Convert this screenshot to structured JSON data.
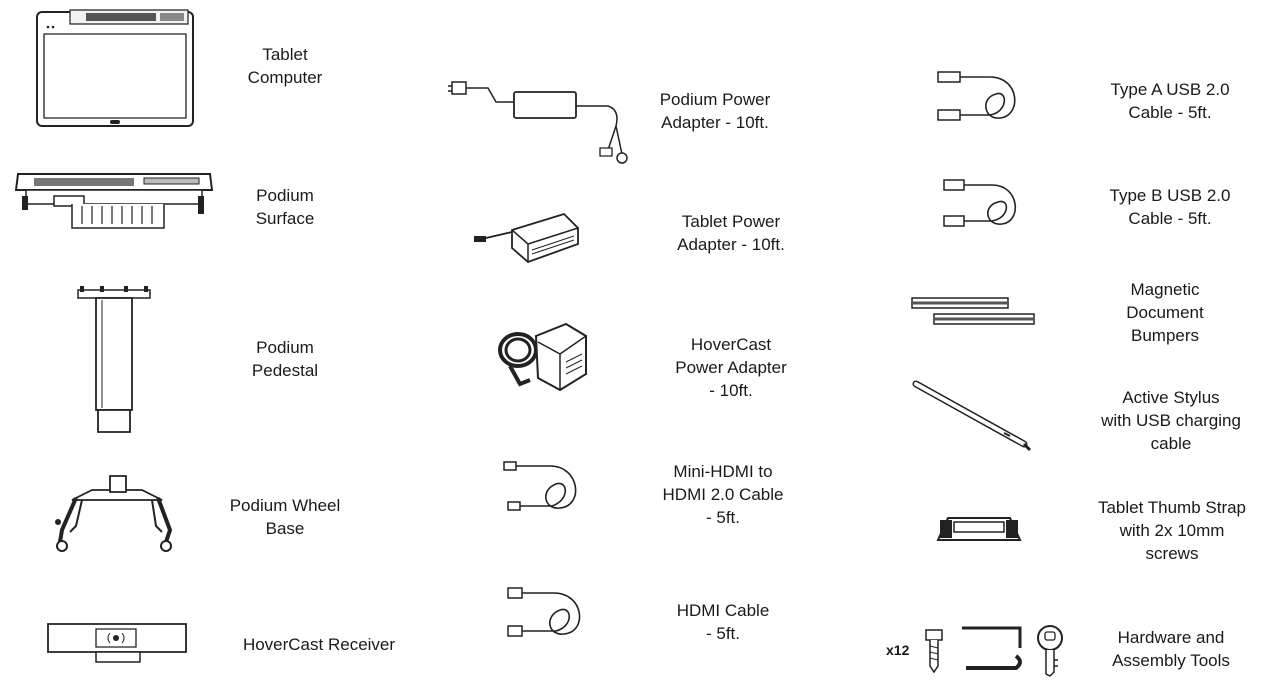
{
  "items": [
    {
      "id": "tablet-computer",
      "lines": [
        "Tablet",
        "Computer"
      ]
    },
    {
      "id": "podium-surface",
      "lines": [
        "Podium",
        "Surface"
      ]
    },
    {
      "id": "podium-pedestal",
      "lines": [
        "Podium",
        "Pedestal"
      ]
    },
    {
      "id": "podium-wheel-base",
      "lines": [
        "Podium Wheel",
        "Base"
      ]
    },
    {
      "id": "hovercast-receiver",
      "lines": [
        "HoverCast Receiver"
      ]
    },
    {
      "id": "podium-power-adapter",
      "lines": [
        "Podium Power",
        "Adapter - 10ft."
      ]
    },
    {
      "id": "tablet-power-adapter",
      "lines": [
        "Tablet Power",
        "Adapter - 10ft."
      ]
    },
    {
      "id": "hovercast-power-adapter",
      "lines": [
        "HoverCast",
        "Power Adapter",
        "- 10ft."
      ]
    },
    {
      "id": "mini-hdmi-cable",
      "lines": [
        "Mini-HDMI to",
        "HDMI 2.0 Cable",
        "- 5ft."
      ]
    },
    {
      "id": "hdmi-cable",
      "lines": [
        "HDMI Cable",
        "- 5ft."
      ]
    },
    {
      "id": "usb-a-cable",
      "lines": [
        "Type A USB 2.0",
        "Cable - 5ft."
      ]
    },
    {
      "id": "usb-b-cable",
      "lines": [
        "Type B USB 2.0",
        "Cable - 5ft."
      ]
    },
    {
      "id": "magnetic-bumpers",
      "lines": [
        "Magnetic",
        "Document",
        "Bumpers"
      ]
    },
    {
      "id": "active-stylus",
      "lines": [
        "Active Stylus",
        "with USB charging",
        "cable"
      ]
    },
    {
      "id": "thumb-strap",
      "lines": [
        "Tablet Thumb Strap",
        "with 2x 10mm",
        "screws"
      ]
    },
    {
      "id": "hardware-tools",
      "lines": [
        "Hardware and",
        "Assembly Tools"
      ]
    }
  ],
  "hardware_quantity": "x12"
}
